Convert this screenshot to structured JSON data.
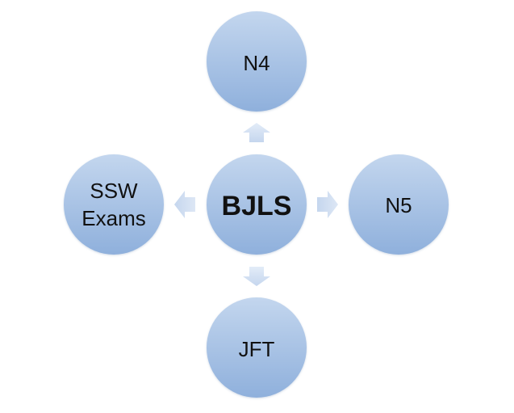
{
  "diagram": {
    "center": {
      "label": "BJLS"
    },
    "nodes": [
      {
        "id": "top",
        "label": "N4"
      },
      {
        "id": "right",
        "label": "N5"
      },
      {
        "id": "bottom",
        "label": "JFT"
      },
      {
        "id": "left",
        "label_lines": [
          "SSW",
          "Exams"
        ]
      }
    ],
    "colors": {
      "circle_top": "#c3d6ee",
      "circle_bottom": "#8fb0dc",
      "arrow_top": "#e3ecf8",
      "arrow_bottom": "#c5d6ee"
    }
  }
}
